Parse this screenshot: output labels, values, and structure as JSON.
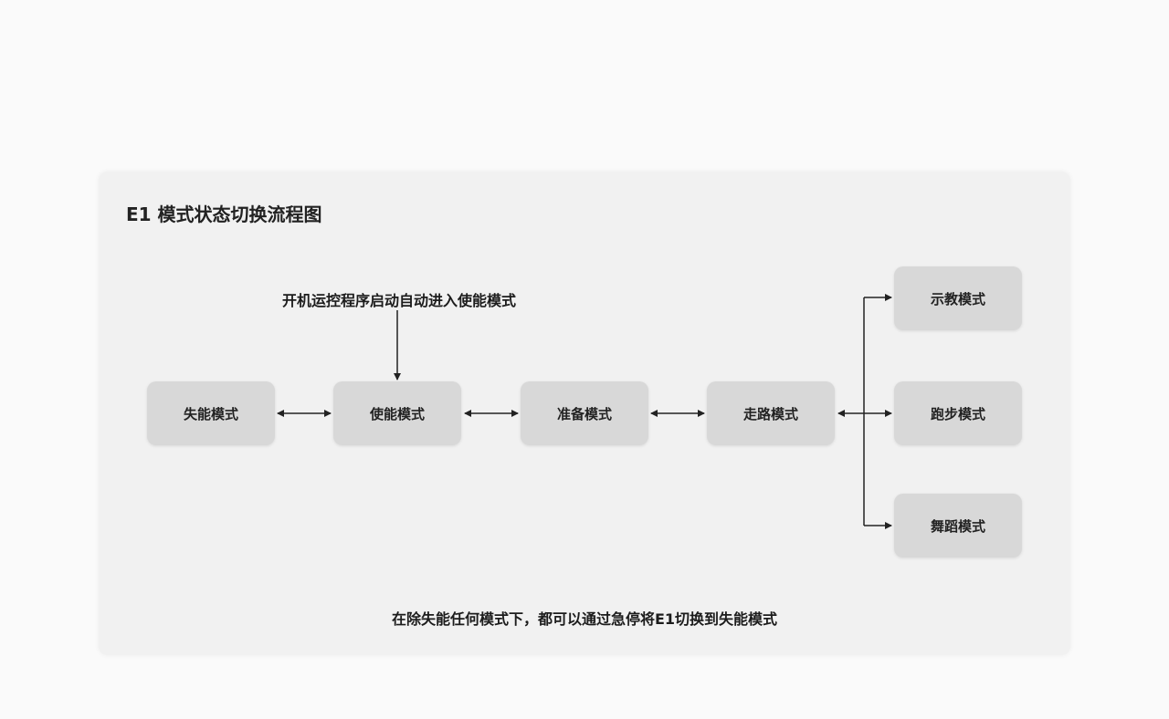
{
  "diagram": {
    "title": "E1 模式状态切换流程图",
    "top_note": "开机运控程序启动自动进入使能模式",
    "bottom_note": "在除失能任何模式下，都可以通过急停将E1切换到失能模式",
    "nodes": {
      "disable": "失能模式",
      "enable": "使能模式",
      "ready": "准备模式",
      "walk": "走路模式",
      "teach": "示教模式",
      "run": "跑步模式",
      "dance": "舞蹈模式"
    },
    "colors": {
      "node_fill": "#d8d8d8",
      "panel_fill": "#f1f1f1",
      "line": "#222222"
    }
  }
}
